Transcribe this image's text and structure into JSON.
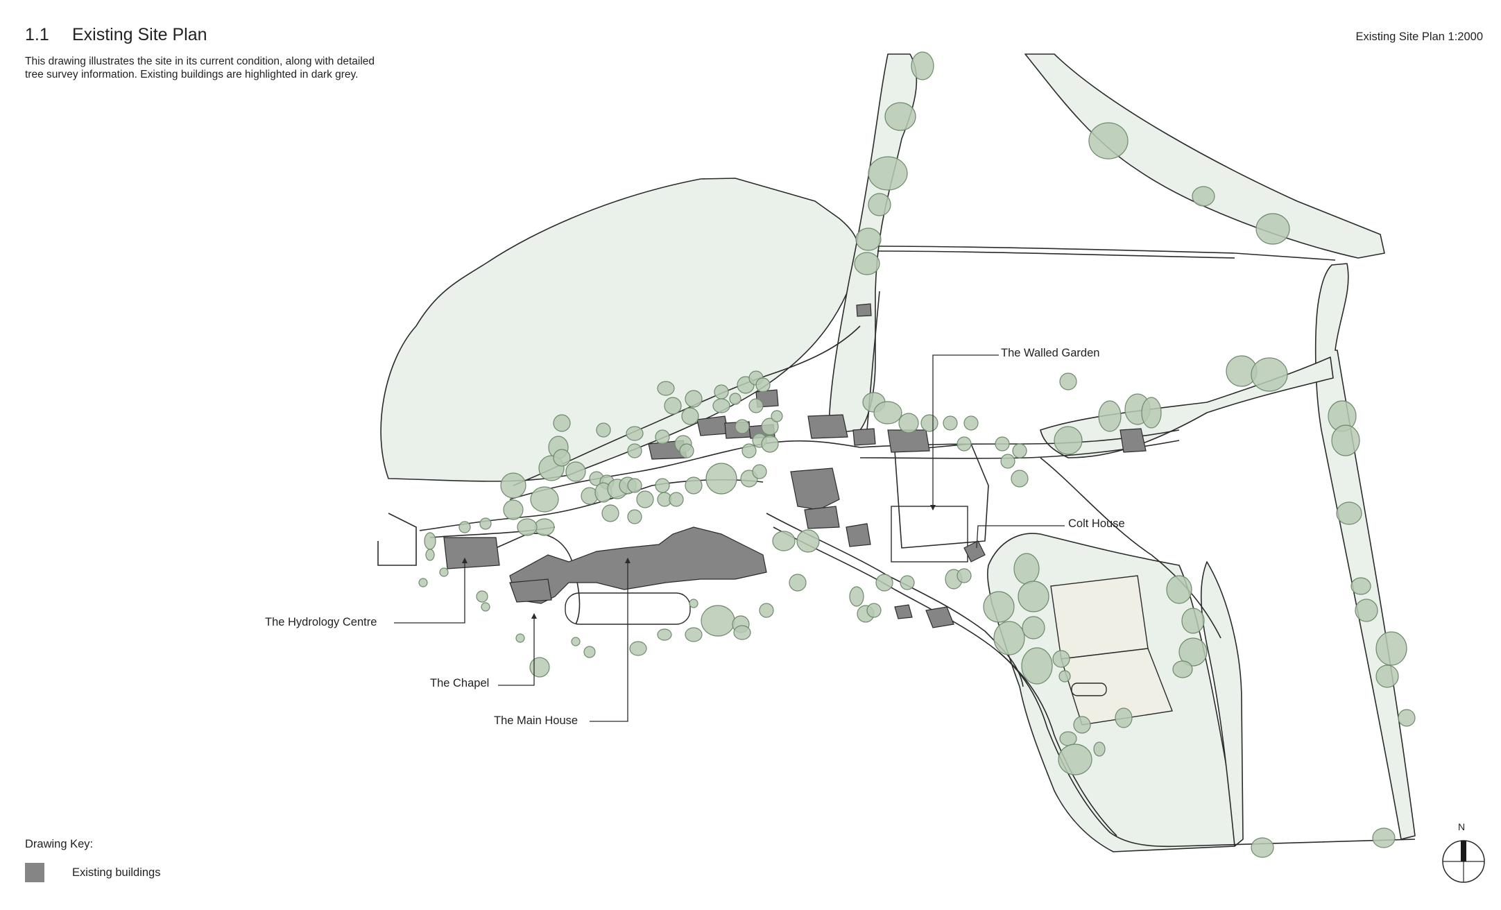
{
  "header": {
    "section_number": "1.1",
    "title": "Existing Site Plan",
    "description": "This drawing illustrates the site in its current condition, along with detailed tree survey information. Existing buildings are highlighted in dark grey.",
    "scale_label": "Existing Site Plan 1:2000"
  },
  "labels": {
    "walled_garden": "The Walled Garden",
    "colt_house": "Colt House",
    "hydrology_centre": "The Hydrology Centre",
    "chapel": "The Chapel",
    "main_house": "The Main House"
  },
  "key": {
    "title": "Drawing Key:",
    "items": [
      {
        "label": "Existing buildings",
        "color": "#858585"
      }
    ]
  },
  "north_arrow": {
    "label": "N"
  },
  "colors": {
    "field": "#eaf0ea",
    "tree_fill": "#b7cab4",
    "tree_stroke": "#6e8a6c",
    "building": "#858585",
    "line": "#2a2a2a",
    "pitch": "#f0efe6"
  }
}
